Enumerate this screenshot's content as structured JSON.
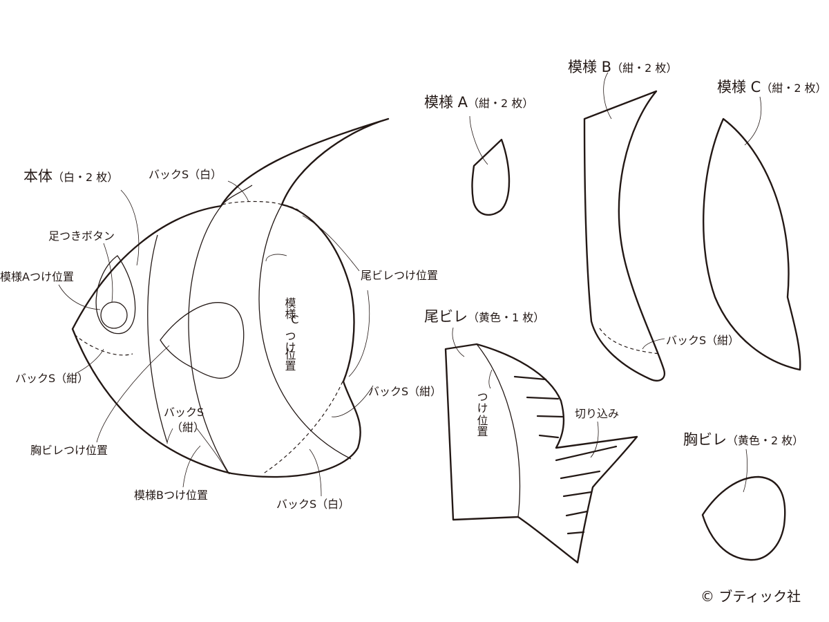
{
  "labels": {
    "body_title": "本体",
    "body_sub": "（白・2 枚）",
    "pattern_a_title": "模様 A",
    "pattern_a_sub": "（紺・2 枚）",
    "pattern_b_title": "模様 B",
    "pattern_b_sub": "（紺・2 枚）",
    "pattern_c_title": "模様 C",
    "pattern_c_sub": "（紺・2 枚）",
    "tail_title": "尾ビレ",
    "tail_sub": "（黄色・1 枚）",
    "pectoral_title": "胸ビレ",
    "pectoral_sub": "（黄色・2 枚）",
    "shank_button": "足つきボタン",
    "pattern_a_position": "模様Aつけ位置",
    "backstitch_navy_left": "バックS（紺）",
    "pectoral_position": "胸ビレつけ位置",
    "backstitch_navy_mid_1": "バックS",
    "backstitch_navy_mid_2": "（紺）",
    "pattern_b_position": "模様Bつけ位置",
    "backstitch_white_bottom": "バックS（白）",
    "backstitch_white_top": "バックS（白）",
    "pattern_c_position_1": "模様",
    "pattern_c_position_2": "C",
    "pattern_c_position_3": "つけ",
    "pattern_c_position_4": "位置",
    "tail_position_label": "尾ビレつけ位置",
    "backstitch_navy_right": "バックS（紺）",
    "backstitch_navy_pattern_b": "バックS（紺）",
    "tail_attach_1": "つけ",
    "tail_attach_2": "位置",
    "cut_in": "切り込み",
    "copyright": "© ブティック社"
  }
}
